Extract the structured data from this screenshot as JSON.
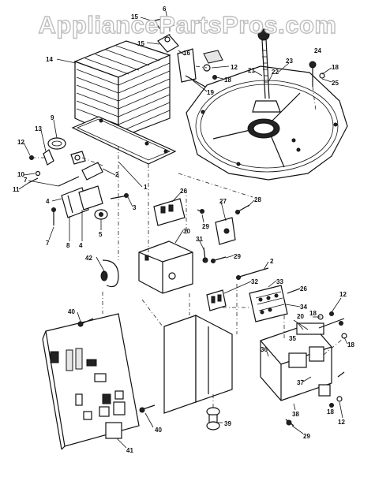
{
  "watermark": "AppliancePartsPros.com",
  "callouts": [
    {
      "id": "c15a",
      "text": "15"
    },
    {
      "id": "c15b",
      "text": "15"
    },
    {
      "id": "c6",
      "text": "6"
    },
    {
      "id": "c14",
      "text": "14"
    },
    {
      "id": "c16",
      "text": "16"
    },
    {
      "id": "c12a",
      "text": "12"
    },
    {
      "id": "c18a",
      "text": "18"
    },
    {
      "id": "c19",
      "text": "19"
    },
    {
      "id": "c21",
      "text": "21"
    },
    {
      "id": "c22",
      "text": "22"
    },
    {
      "id": "c23",
      "text": "23"
    },
    {
      "id": "c24",
      "text": "24"
    },
    {
      "id": "c18b",
      "text": "18"
    },
    {
      "id": "c25",
      "text": "25"
    },
    {
      "id": "c9",
      "text": "9"
    },
    {
      "id": "c13",
      "text": "13"
    },
    {
      "id": "c12b",
      "text": "12"
    },
    {
      "id": "c10",
      "text": "10"
    },
    {
      "id": "c11",
      "text": "11"
    },
    {
      "id": "c7a",
      "text": "7"
    },
    {
      "id": "c2a",
      "text": "2"
    },
    {
      "id": "c3",
      "text": "3"
    },
    {
      "id": "c1",
      "text": "1"
    },
    {
      "id": "c4a",
      "text": "4"
    },
    {
      "id": "c5",
      "text": "5"
    },
    {
      "id": "c8",
      "text": "8"
    },
    {
      "id": "c7b",
      "text": "7"
    },
    {
      "id": "c4b",
      "text": "4"
    },
    {
      "id": "c26a",
      "text": "26"
    },
    {
      "id": "c28",
      "text": "28"
    },
    {
      "id": "c29a",
      "text": "29"
    },
    {
      "id": "c27",
      "text": "27"
    },
    {
      "id": "c30",
      "text": "30"
    },
    {
      "id": "c31",
      "text": "31"
    },
    {
      "id": "c29b",
      "text": "29"
    },
    {
      "id": "c2b",
      "text": "2"
    },
    {
      "id": "c42",
      "text": "42"
    },
    {
      "id": "c32",
      "text": "32"
    },
    {
      "id": "c33",
      "text": "33"
    },
    {
      "id": "c26b",
      "text": "26"
    },
    {
      "id": "c34",
      "text": "34"
    },
    {
      "id": "c12c",
      "text": "12"
    },
    {
      "id": "c20",
      "text": "20"
    },
    {
      "id": "c18c",
      "text": "18"
    },
    {
      "id": "c35",
      "text": "35"
    },
    {
      "id": "c18d",
      "text": "18"
    },
    {
      "id": "c40a",
      "text": "40"
    },
    {
      "id": "c36",
      "text": "36"
    },
    {
      "id": "c37",
      "text": "37"
    },
    {
      "id": "c38",
      "text": "38"
    },
    {
      "id": "c18e",
      "text": "18"
    },
    {
      "id": "c12d",
      "text": "12"
    },
    {
      "id": "c39",
      "text": "39"
    },
    {
      "id": "c29c",
      "text": "29"
    },
    {
      "id": "c40b",
      "text": "40"
    },
    {
      "id": "c41",
      "text": "41"
    }
  ]
}
